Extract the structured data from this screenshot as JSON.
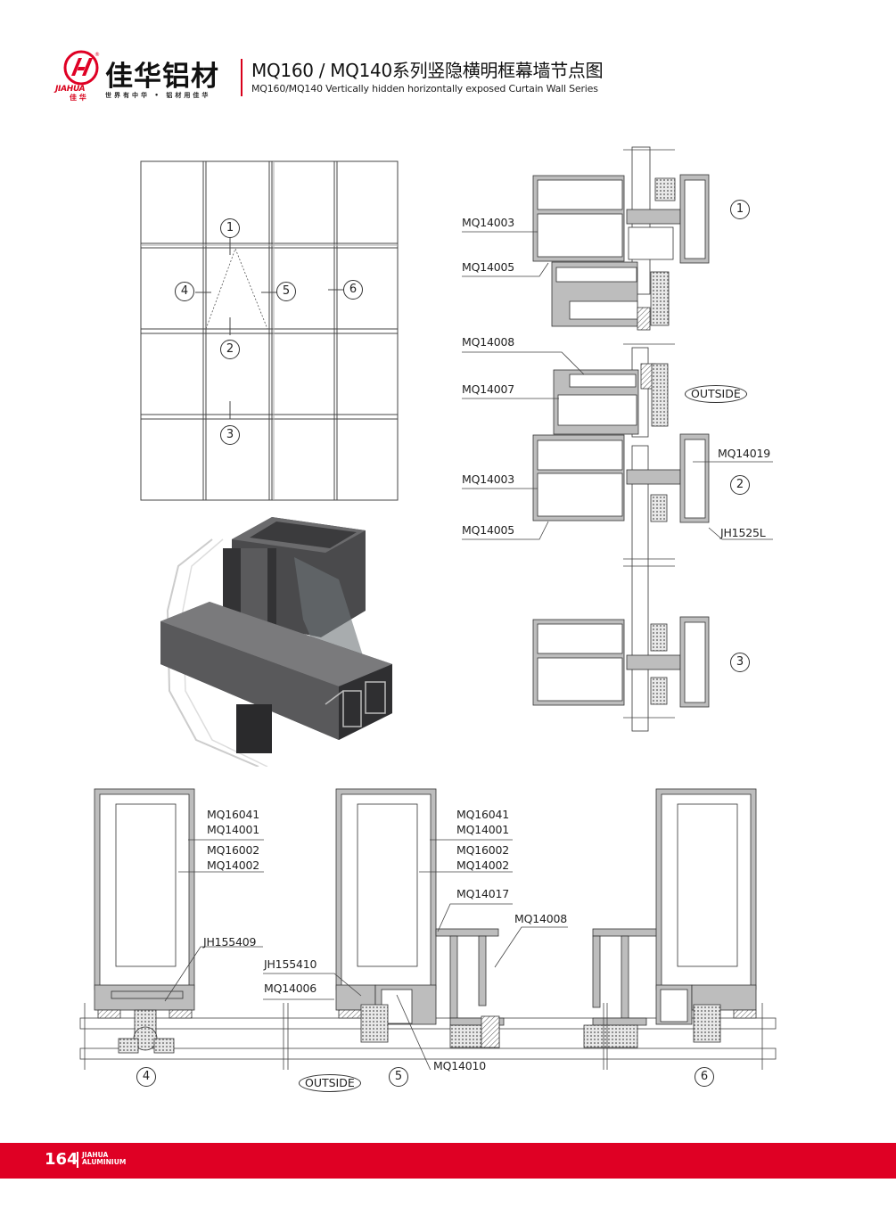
{
  "header": {
    "brand_cn": "佳华铝材",
    "brand_en": "JIAHUA",
    "brand_cn_small": "佳 华",
    "slogan": "世界有中华 • 铝材用佳华",
    "title_cn": "MQ160 / MQ140系列竖隐横明框幕墙节点图",
    "title_en": "MQ160/MQ140  Vertically hidden horizontally exposed  Curtain  Wall  Series",
    "accent_color": "#df0024"
  },
  "elevation": {
    "markers": [
      "1",
      "2",
      "3",
      "4",
      "5",
      "6"
    ]
  },
  "vertical_section": {
    "node_labels": [
      "1",
      "2",
      "3"
    ],
    "outside_label": "OUTSIDE",
    "callouts": {
      "top_mullion": "MQ14003",
      "top_clip": "MQ14005",
      "sash_glass_bead": "MQ14008",
      "sash_frame": "MQ14007",
      "mid_mullion": "MQ14003",
      "mid_clip": "MQ14005",
      "mid_cover": "MQ14019",
      "mid_gasket": "JH1525L"
    }
  },
  "horizontal_section": {
    "node_labels": [
      "4",
      "5",
      "6"
    ],
    "outside_label": "OUTSIDE",
    "callouts": {
      "a_line1": "MQ16041",
      "a_line2": "MQ14001",
      "a_line3": "MQ16002",
      "a_line4": "MQ14002",
      "a_gasket": "JH155409",
      "b_line1": "MQ16041",
      "b_line2": "MQ14001",
      "b_line3": "MQ16002",
      "b_line4": "MQ14002",
      "b_sash": "MQ14017",
      "b_bead": "MQ14008",
      "b_gasket": "JH155410",
      "b_clip": "MQ14006",
      "b_adaptor": "MQ14010"
    }
  },
  "footer": {
    "page_number": "164",
    "brand_line1": "JIAHUA",
    "brand_line2": "ALUMINIUM"
  }
}
